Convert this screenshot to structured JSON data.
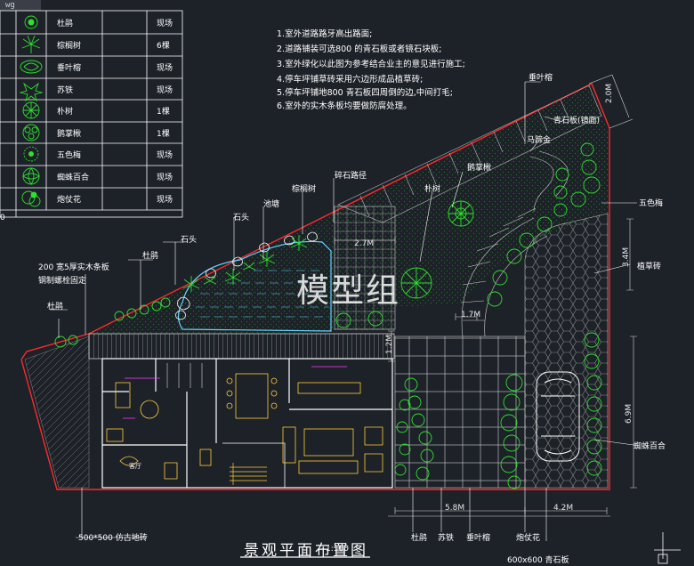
{
  "tab": "wg",
  "legend": [
    {
      "name": "杜鹃",
      "qty": "现场",
      "icon": "azalea-symbol-icon"
    },
    {
      "name": "棕榈树",
      "qty": "6棵",
      "icon": "palm-symbol-icon"
    },
    {
      "name": "垂叶榕",
      "qty": "现场",
      "icon": "weeping-fig-symbol-icon"
    },
    {
      "name": "苏铁",
      "qty": "现场",
      "icon": "cycad-symbol-icon"
    },
    {
      "name": "朴树",
      "qty": "1棵",
      "icon": "hackberry-symbol-icon"
    },
    {
      "name": "鹅掌楸",
      "qty": "1棵",
      "icon": "tulip-tree-symbol-icon"
    },
    {
      "name": "五色梅",
      "qty": "现场",
      "icon": "lantana-symbol-icon"
    },
    {
      "name": "蜘蛛百合",
      "qty": "现场",
      "icon": "spider-lily-symbol-icon"
    },
    {
      "name": "炮仗花",
      "qty": "现场",
      "icon": "flame-vine-symbol-icon"
    }
  ],
  "legend_fragment": "0",
  "notes": [
    "1.室外道路路牙高出路面;",
    "2.道路铺装可选800  的青石板或者镜石块板;",
    "3.室外绿化以此图为参考结合业主的意见进行施工;",
    "4.停车坪铺草砖采用六边形成品植草砖;",
    "5.停车坪铺地800  青石板四周倒的边,中间打毛;",
    "6.室外的实木条板均要做防腐处理。"
  ],
  "labels": {
    "azalea_top": "杜鹃",
    "stone_top": "石头",
    "stone_left": "石头",
    "pond": "池塘",
    "palm_top": "棕榈树",
    "path": "碎石路径",
    "hackberry": "朴树",
    "tulip_tree": "鹅掌楸",
    "weeping_fig": "垂叶榕",
    "bluestone": "青石板(镜面)",
    "horse_saddle": "马蹄金",
    "lantana": "五色梅",
    "grass_brick": "植草砖",
    "spider_lily_right": "蜘蛛百合",
    "deck_line1": "200  宽5厚实木条板",
    "deck_line2": "钢制螺栓固定",
    "azalea_left": "杜鹃",
    "paving": "500*500  仿古地砖",
    "bottom_azalea": "杜鹃",
    "bottom_cycad": "苏铁",
    "bottom_weeping_fig": "垂叶榕",
    "bottom_flame_vine": "炮仗花",
    "bottom_bluestone": "600x600  青石板",
    "room_label": "客厅"
  },
  "dimensions": {
    "d1": "2.7M",
    "d2": "1.2M",
    "d3": "1.7M",
    "d4": "2.0M",
    "d5": "3.4M",
    "d6": "6.9M",
    "d7": "5.8M",
    "d8": "4.2M"
  },
  "title": "景观平面布置图",
  "scale": "1:100",
  "watermark": "模型组",
  "colors": {
    "background": "#1d2128",
    "boundary": "#ff2a2a",
    "plants": "#2fe02f",
    "building": "#ffffff",
    "furniture": "#ffcf3a",
    "pond": "#5fd8ff",
    "paving": "#9a9a9a",
    "accent_magenta": "#ff40ff"
  }
}
